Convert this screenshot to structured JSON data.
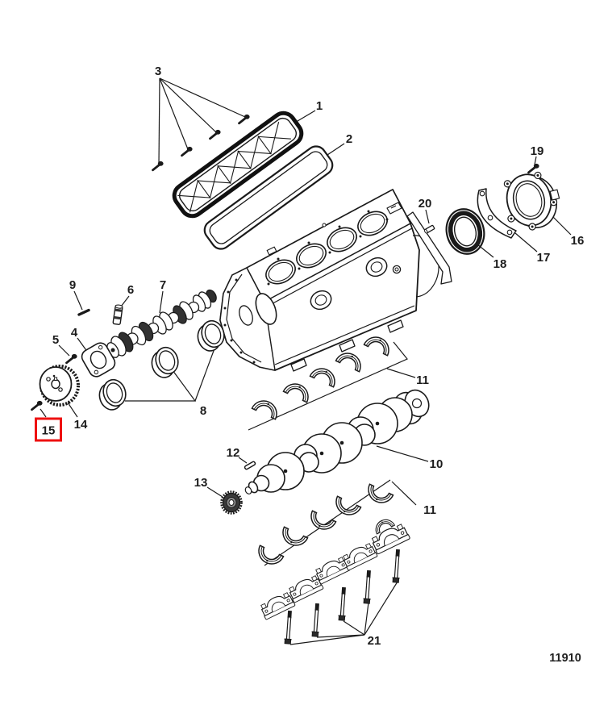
{
  "drawing": {
    "number": "11910",
    "background": "#ffffff",
    "line_color": "#1a1a1a",
    "highlight": {
      "label": "15",
      "color": "#ee1111"
    },
    "callouts": {
      "c1": {
        "label": "1"
      },
      "c2": {
        "label": "2"
      },
      "c3": {
        "label": "3"
      },
      "c4": {
        "label": "4"
      },
      "c5": {
        "label": "5"
      },
      "c6": {
        "label": "6"
      },
      "c7": {
        "label": "7"
      },
      "c8": {
        "label": "8"
      },
      "c9": {
        "label": "9"
      },
      "c10": {
        "label": "10"
      },
      "c11a": {
        "label": "11"
      },
      "c11b": {
        "label": "11"
      },
      "c12": {
        "label": "12"
      },
      "c13": {
        "label": "13"
      },
      "c14": {
        "label": "14"
      },
      "c16": {
        "label": "16"
      },
      "c17": {
        "label": "17"
      },
      "c18": {
        "label": "18"
      },
      "c19": {
        "label": "19"
      },
      "c20": {
        "label": "20"
      },
      "c21": {
        "label": "21"
      }
    }
  }
}
